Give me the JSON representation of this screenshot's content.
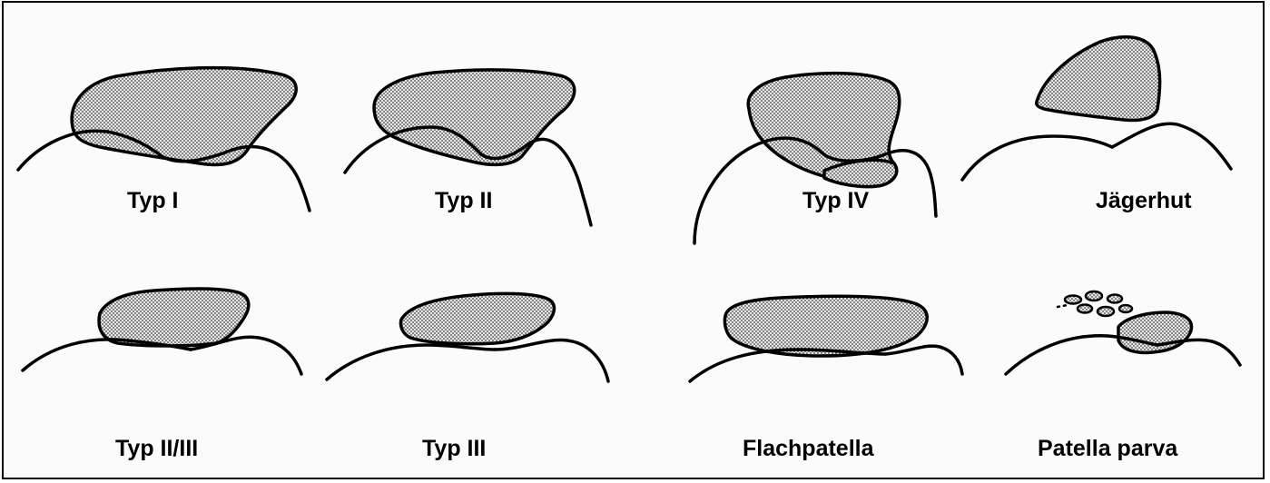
{
  "figure": {
    "labels": {
      "typ_i": "Typ I",
      "typ_ii": "Typ II",
      "typ_iv": "Typ IV",
      "jaegerhut": "Jägerhut",
      "typ_ii_iii": "Typ II/III",
      "typ_iii": "Typ III",
      "flachpatella": "Flachpatella",
      "patella_parva": "Patella parva"
    },
    "colors": {
      "outline": "#000000",
      "fill_dots": "#444444",
      "fill_base": "#e6e6e6"
    }
  }
}
